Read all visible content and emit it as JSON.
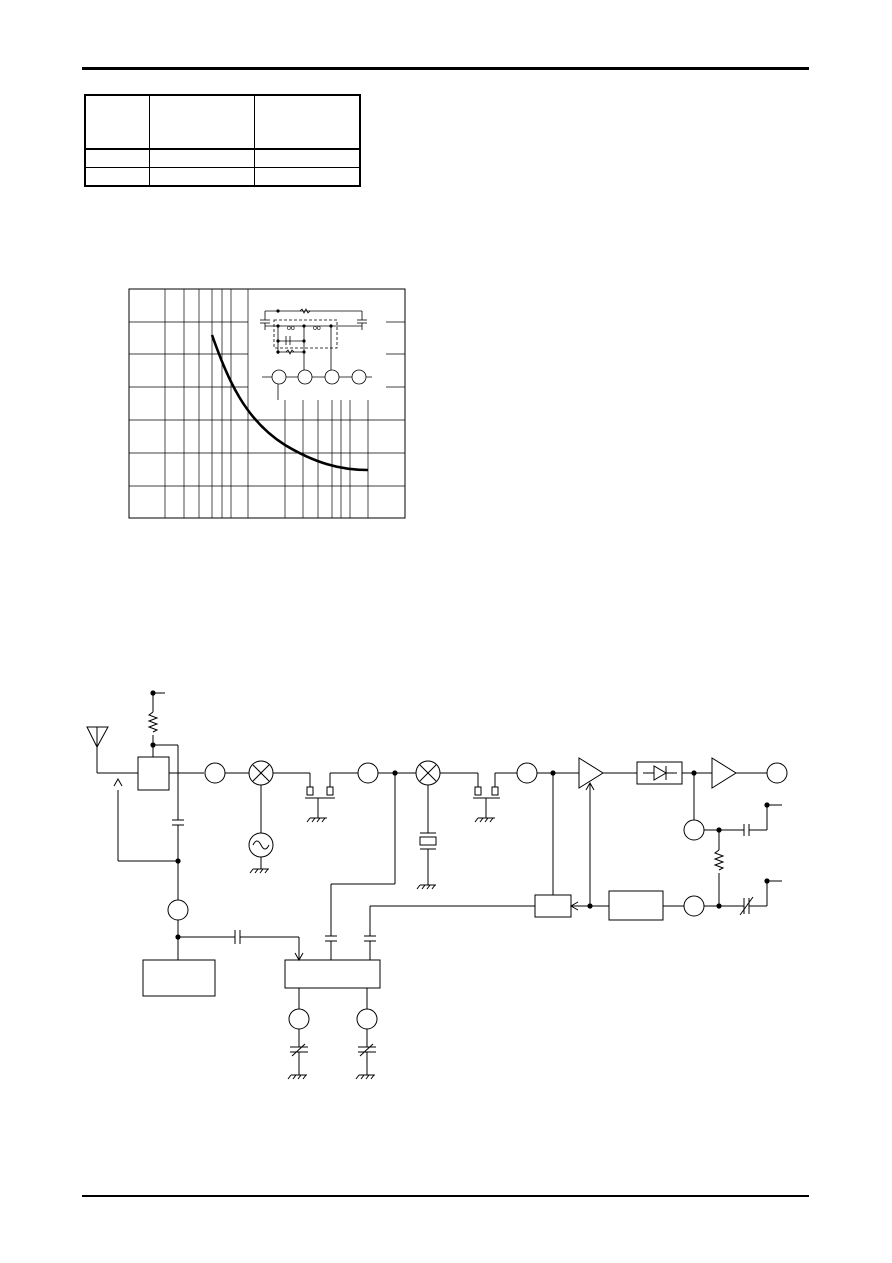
{
  "page": {
    "header_rule": true,
    "footer_rule": true
  },
  "spec_table": {
    "columns": [
      "",
      "",
      ""
    ],
    "rows": [
      [
        "",
        "",
        ""
      ],
      [
        "",
        "",
        ""
      ]
    ]
  },
  "graph": {
    "type": "line",
    "grid": true,
    "curve": "decaying",
    "inset": "filter-circuit"
  },
  "schematic": {
    "kind": "receiver-block-diagram",
    "colors": {
      "line": "#000000",
      "background": "#ffffff"
    }
  }
}
